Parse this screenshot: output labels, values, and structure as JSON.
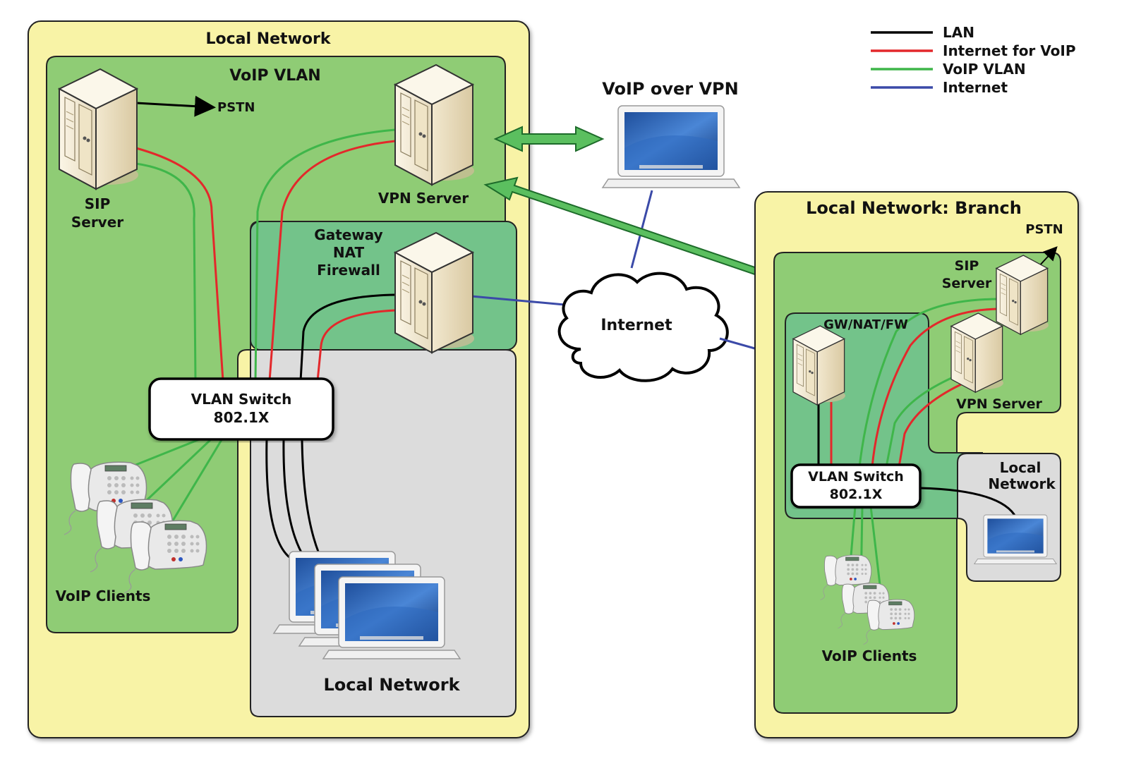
{
  "colors": {
    "lan": "#000000",
    "internet_voip": "#e3282b",
    "voip_vlan": "#3fb64a",
    "internet": "#3b4aa8",
    "zone_yellow": "#f8f3a6",
    "zone_green": "#8fcc75",
    "zone_darkgreen": "#73c38a",
    "zone_gray": "#dcdcdc"
  },
  "legend": {
    "items": [
      {
        "label": "LAN",
        "color": "#000000"
      },
      {
        "label": "Internet for VoIP",
        "color": "#e3282b"
      },
      {
        "label": "VoIP VLAN",
        "color": "#3fb64a"
      },
      {
        "label": "Internet",
        "color": "#3b4aa8"
      }
    ]
  },
  "main_site": {
    "title": "Local Network",
    "voip_vlan_title": "VoIP VLAN",
    "pstn": "PSTN",
    "sip_server": {
      "line1": "SIP",
      "line2": "Server"
    },
    "vpn_server": "VPN Server",
    "gateway": {
      "line1": "Gateway",
      "line2": "NAT",
      "line3": "Firewall"
    },
    "switch": {
      "line1": "VLAN Switch",
      "line2": "802.1X"
    },
    "voip_clients": "VoIP Clients",
    "local_network": "Local Network"
  },
  "cloud": {
    "label": "Internet"
  },
  "vpn_client": {
    "title": "VoIP over VPN"
  },
  "branch": {
    "title": "Local Network: Branch",
    "pstn": "PSTN",
    "sip_server": {
      "line1": "SIP",
      "line2": "Server"
    },
    "gateway": "GW/NAT/FW",
    "vpn_server": "VPN Server",
    "switch": {
      "line1": "VLAN Switch",
      "line2": "802.1X"
    },
    "local_network": {
      "line1": "Local",
      "line2": "Network"
    },
    "voip_clients": "VoIP Clients"
  }
}
